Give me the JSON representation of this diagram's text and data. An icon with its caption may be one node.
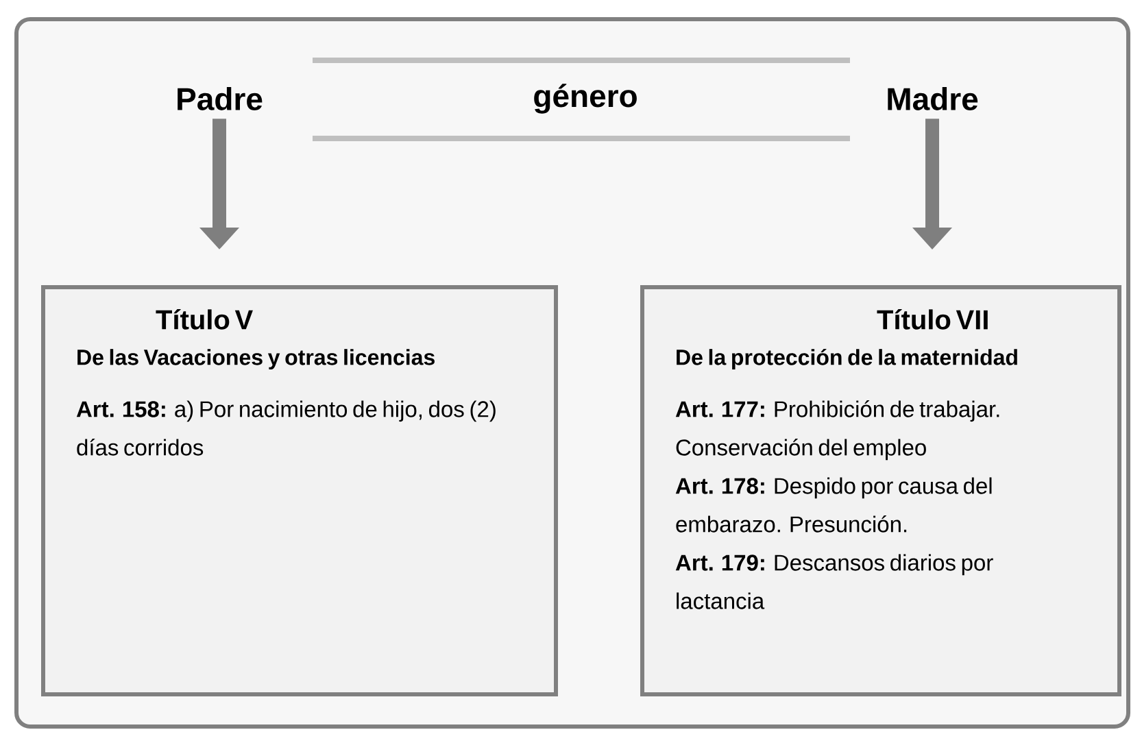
{
  "diagram": {
    "nodes": [
      {
        "text": [
          "Padre"
        ]
      },
      {
        "text": [
          "Madre"
        ]
      },
      {
        "text": [
          "Título V",
          "De las Vacaciones y otras licencias",
          "**Art. 158:** a) Por nacimiento de hijo, dos (2) días corridos"
        ]
      },
      {
        "text": [
          "Título VII",
          "De la protección de la maternidad",
          "**Art. 177:** Prohibición de trabajar. Conservación del empleo",
          "**Art. 178:** Despido por causa del embarazo. Presunción.",
          "**Art. 179:** Descansos diarios por lactancia"
        ]
      }
    ],
    "edges": [
      {
        "from": 0,
        "to": 2,
        "arrow": "to"
      },
      {
        "from": 1,
        "to": 3,
        "arrow": "to"
      }
    ],
    "labels": [
      "género"
    ]
  }
}
